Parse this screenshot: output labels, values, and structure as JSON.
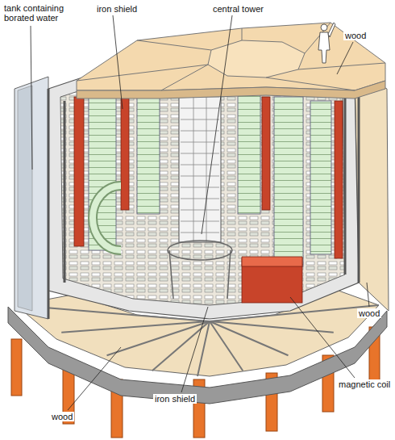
{
  "diagram": {
    "labels": [
      "tank containing borated water",
      "iron shield",
      "central tower",
      "wood",
      "wood",
      "magnetic coil",
      "iron shield",
      "wood"
    ]
  }
}
